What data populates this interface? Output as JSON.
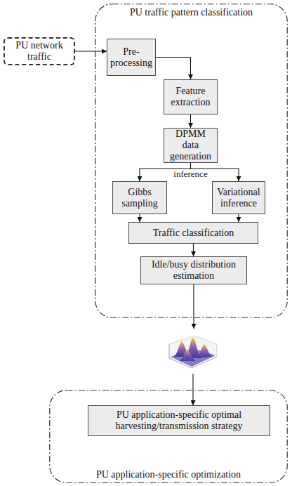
{
  "diagram": {
    "nodes": [
      {
        "text": [
          "PU traffic pattern classification"
        ]
      },
      {
        "text": [
          "PU network traffic"
        ]
      },
      {
        "text": [
          "Pre-processing"
        ],
        "in": 0
      },
      {
        "text": [
          "Feature extraction"
        ],
        "in": 0
      },
      {
        "text": [
          "DPMM data generation"
        ],
        "in": 0
      },
      {
        "text": [
          "Gibbs sampling"
        ],
        "in": 0
      },
      {
        "text": [
          "Variational inference"
        ],
        "in": 0
      },
      {
        "text": [
          "Traffic classification"
        ],
        "in": 0
      },
      {
        "text": [
          "Idle/busy distribution estimation"
        ],
        "in": 0
      },
      {
        "text": [
          "PU application-specific optimization"
        ]
      },
      {
        "text": [
          "PU application-specific optimal harvesting/transmission strategy"
        ],
        "in": 9
      }
    ],
    "edges": [
      {
        "from": 1,
        "to": 2,
        "arrow": "to"
      },
      {
        "from": 2,
        "to": 3,
        "arrow": "to"
      },
      {
        "from": 3,
        "to": 4,
        "arrow": "to"
      },
      {
        "from": 4,
        "to": 5,
        "label": "inference",
        "arrow": "to"
      },
      {
        "from": 4,
        "to": 6,
        "arrow": "to"
      },
      {
        "from": 5,
        "to": 7,
        "arrow": "to"
      },
      {
        "from": 6,
        "to": 7,
        "arrow": "to"
      },
      {
        "from": 7,
        "to": 8,
        "arrow": "to"
      },
      {
        "from": 8,
        "to": 10,
        "arrow": "to"
      }
    ]
  }
}
